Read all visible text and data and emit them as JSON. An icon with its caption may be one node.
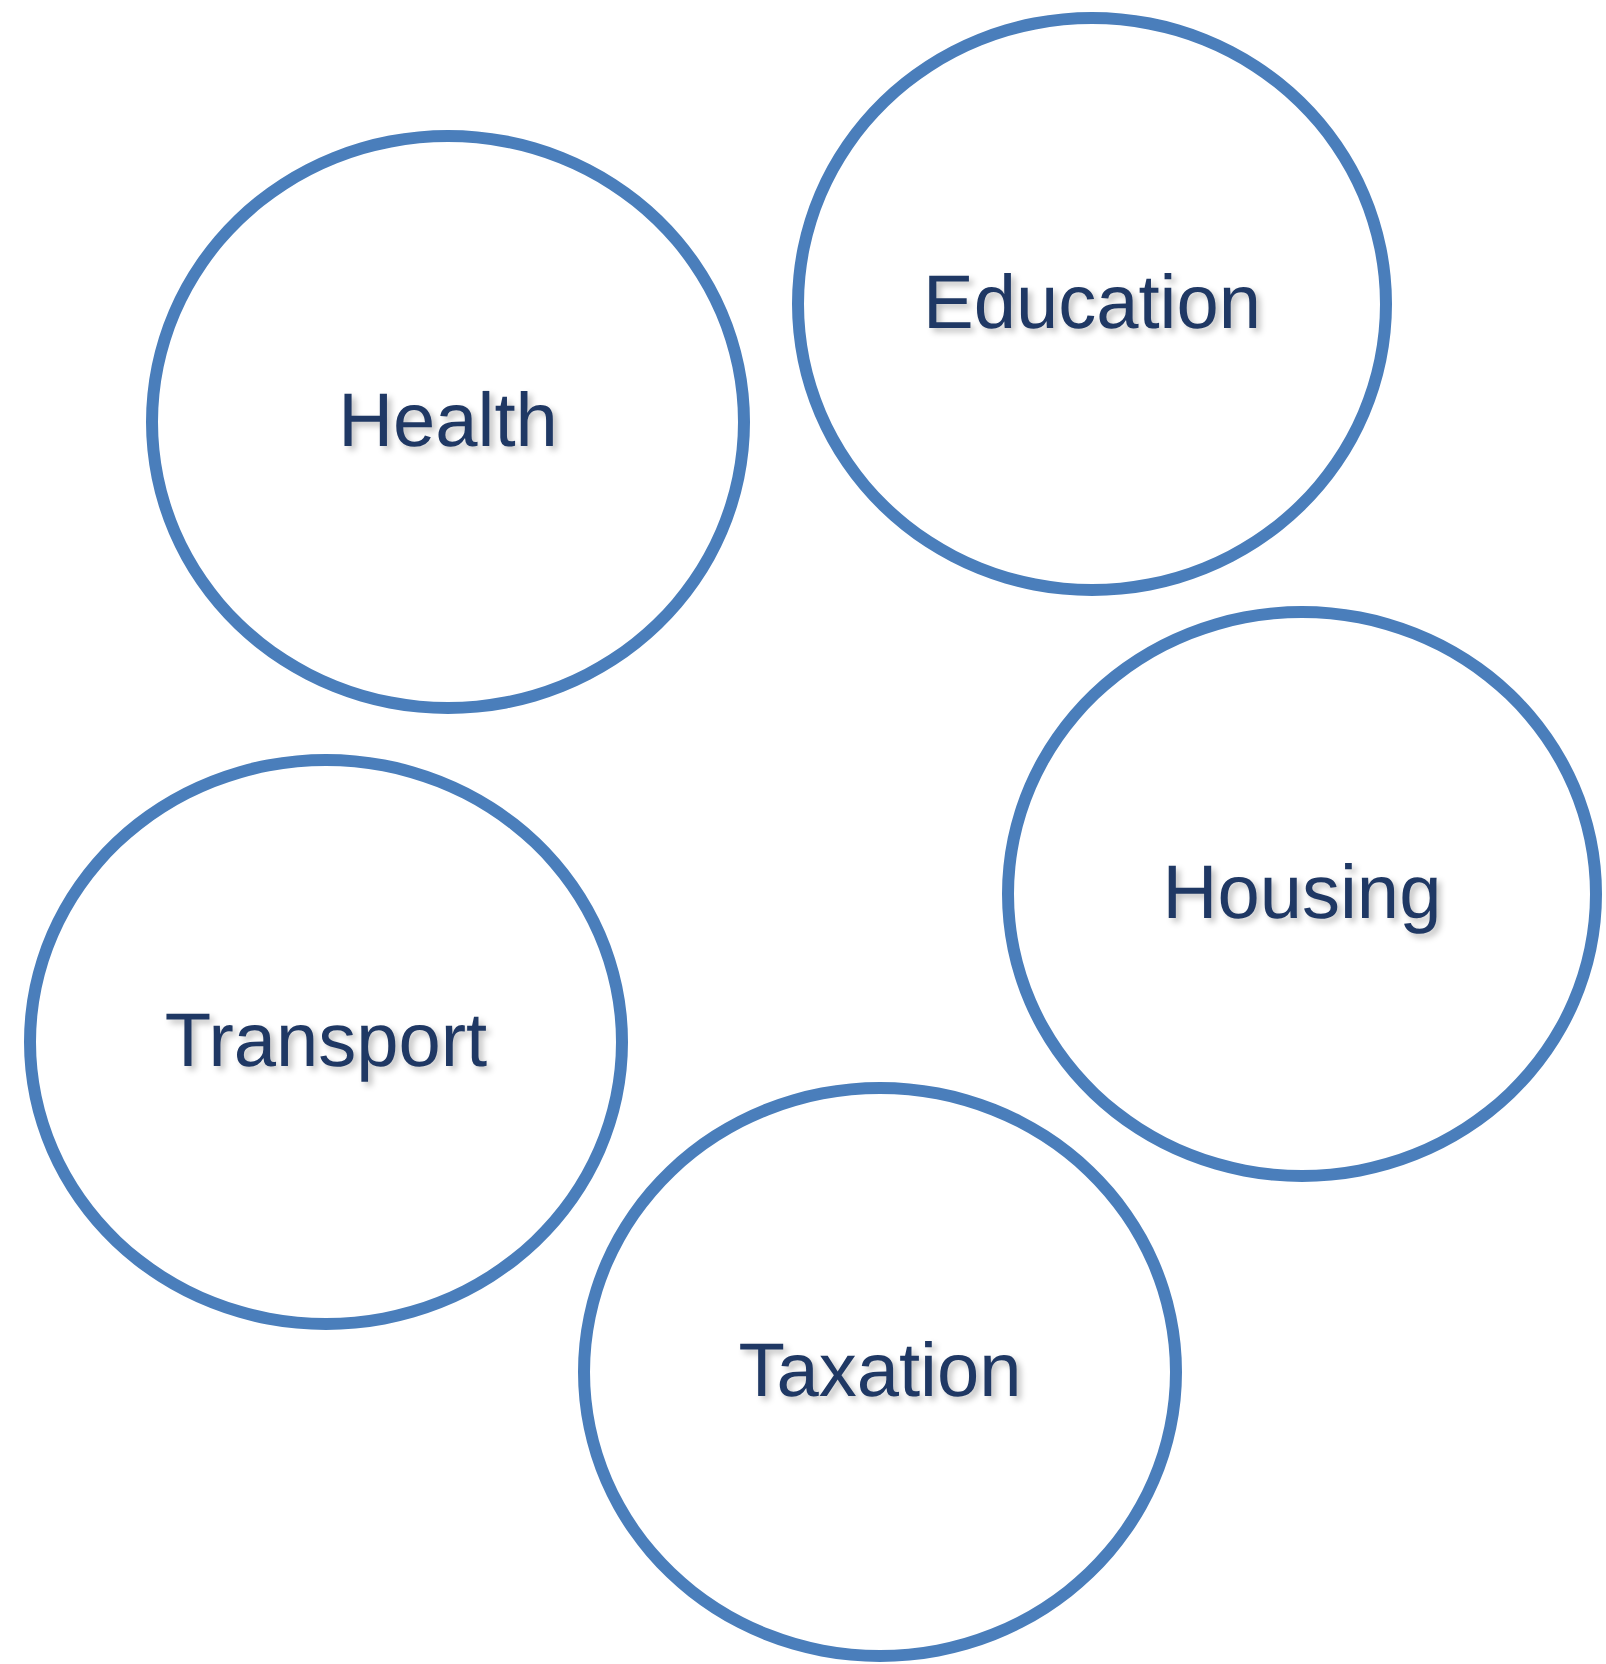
{
  "diagram": {
    "nodes": [
      {
        "text": [
          "Health"
        ]
      },
      {
        "text": [
          "Education"
        ]
      },
      {
        "text": [
          "Housing"
        ]
      },
      {
        "text": [
          "Transport"
        ]
      },
      {
        "text": [
          "Taxation"
        ]
      }
    ]
  }
}
